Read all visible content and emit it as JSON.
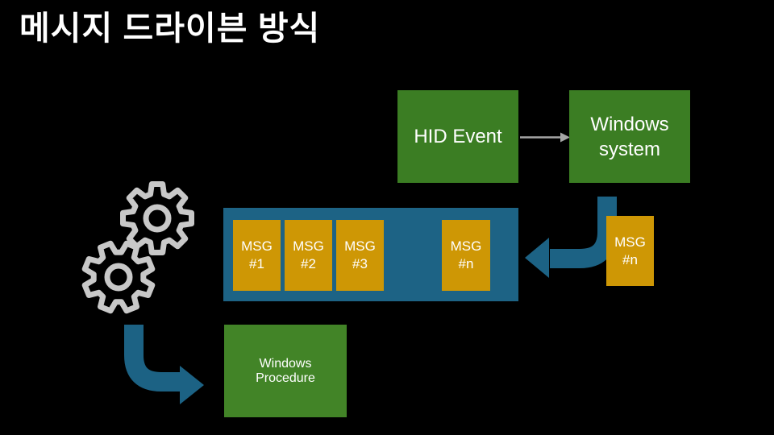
{
  "title": "메시지 드라이븐 방식",
  "boxes": {
    "hid_event": "HID Event",
    "windows_system": "Windows system",
    "windows_procedure": "Windows Procedure"
  },
  "queue": {
    "items": [
      {
        "top": "MSG",
        "bottom": "#1"
      },
      {
        "top": "MSG",
        "bottom": "#2"
      },
      {
        "top": "MSG",
        "bottom": "#3"
      },
      {
        "top": "MSG",
        "bottom": "#n"
      }
    ],
    "incoming": {
      "top": "MSG",
      "bottom": "#n"
    }
  },
  "icons": {
    "gears": "gear-icon"
  },
  "colors": {
    "background": "#000000",
    "text": "#FFFFFF",
    "green_box": "#3B7D23",
    "green_box_bright": "#428427",
    "queue_blue": "#1D6385",
    "arrow_blue": "#1C6284",
    "msg_orange": "#CE9705",
    "connector_gray": "#A6A6A6",
    "gear_gray": "#C8C8C8"
  }
}
